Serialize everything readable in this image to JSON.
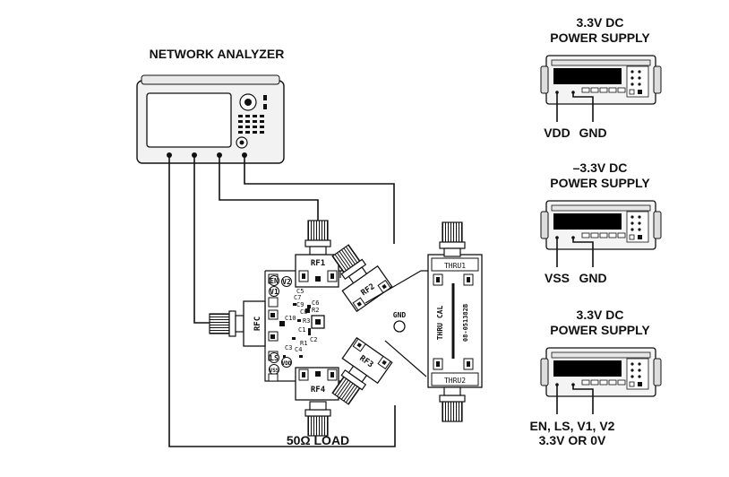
{
  "network_analyzer": {
    "title": "NETWORK ANALYZER"
  },
  "power_supplies": [
    {
      "title_line1": "3.3V DC",
      "title_line2": "POWER SUPPLY",
      "label_left": "VDD",
      "label_right": "GND"
    },
    {
      "title_line1": "–3.3V DC",
      "title_line2": "POWER SUPPLY",
      "label_left": "VSS",
      "label_right": "GND"
    },
    {
      "title_line1": "3.3V DC",
      "title_line2": "POWER SUPPLY",
      "label_line1": "EN, LS, V1, V2",
      "label_line2": "3.3V OR 0V"
    }
  ],
  "board": {
    "ports": {
      "rf1": "RF1",
      "rf2": "RF2",
      "rf3": "RF3",
      "rf4": "RF4",
      "rfc": "RFC"
    },
    "pins": {
      "en": "EN",
      "v2": "V2",
      "v1": "V1",
      "ls": "LS",
      "vdd": "VDD",
      "vss": "VSS"
    },
    "components": {
      "c5": "C5",
      "c6": "C6",
      "c7": "C7",
      "c8": "C8",
      "c9": "C9",
      "c10": "C10",
      "r3": "R3",
      "c1": "C1",
      "c2": "C2",
      "c3": "C3",
      "c4": "C4",
      "r1": "R1",
      "r2": "R2"
    }
  },
  "cal_board": {
    "thru1": "THRU1",
    "thru2": "THRU2",
    "label": "THRU CAL",
    "part_number": "08-051382B"
  },
  "gnd_label": "GND",
  "load_label": "50Ω LOAD"
}
